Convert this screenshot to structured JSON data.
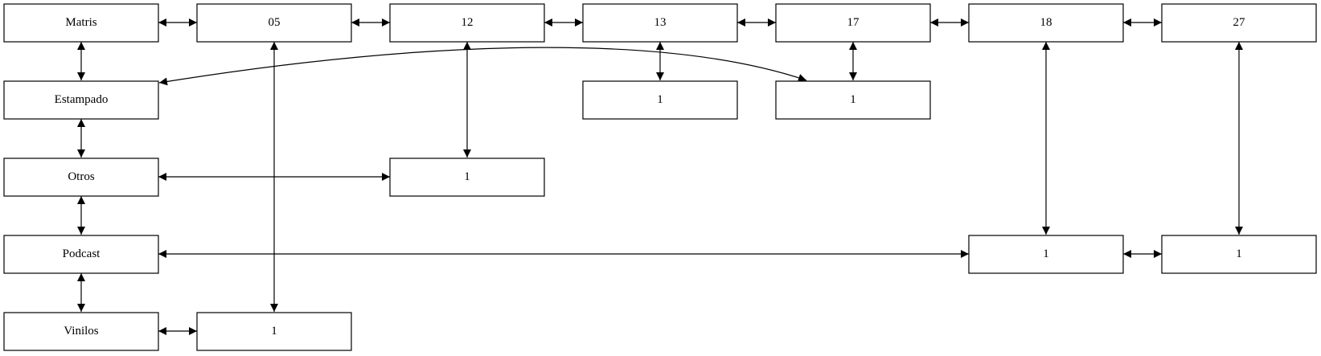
{
  "diagram": {
    "nodes": [
      {
        "id": "matris",
        "label": "Matris"
      },
      {
        "id": "estampado",
        "label": "Estampado"
      },
      {
        "id": "otros",
        "label": "Otros"
      },
      {
        "id": "podcast",
        "label": "Podcast"
      },
      {
        "id": "vinilos",
        "label": "Vinilos"
      },
      {
        "id": "c05",
        "label": "05"
      },
      {
        "id": "c12",
        "label": "12"
      },
      {
        "id": "c13",
        "label": "13"
      },
      {
        "id": "c17",
        "label": "17"
      },
      {
        "id": "c18",
        "label": "18"
      },
      {
        "id": "c27",
        "label": "27"
      },
      {
        "id": "v13",
        "label": "1"
      },
      {
        "id": "v17",
        "label": "1"
      },
      {
        "id": "v12",
        "label": "1"
      },
      {
        "id": "v18",
        "label": "1"
      },
      {
        "id": "v27",
        "label": "1"
      },
      {
        "id": "v05",
        "label": "1"
      }
    ],
    "edges": [
      {
        "from": "matris",
        "to": "c05",
        "direction": "both"
      },
      {
        "from": "c05",
        "to": "c12",
        "direction": "both"
      },
      {
        "from": "c12",
        "to": "c13",
        "direction": "both"
      },
      {
        "from": "c13",
        "to": "c17",
        "direction": "both"
      },
      {
        "from": "c17",
        "to": "c18",
        "direction": "both"
      },
      {
        "from": "c18",
        "to": "c27",
        "direction": "both"
      },
      {
        "from": "matris",
        "to": "estampado",
        "direction": "both"
      },
      {
        "from": "estampado",
        "to": "otros",
        "direction": "both"
      },
      {
        "from": "otros",
        "to": "podcast",
        "direction": "both"
      },
      {
        "from": "podcast",
        "to": "vinilos",
        "direction": "both"
      },
      {
        "from": "c13",
        "to": "v13",
        "direction": "both"
      },
      {
        "from": "c17",
        "to": "v17",
        "direction": "both"
      },
      {
        "from": "estampado",
        "to": "v17",
        "direction": "both"
      },
      {
        "from": "c12",
        "to": "v12",
        "direction": "both"
      },
      {
        "from": "otros",
        "to": "v12",
        "direction": "both"
      },
      {
        "from": "c18",
        "to": "v18",
        "direction": "both"
      },
      {
        "from": "c27",
        "to": "v27",
        "direction": "both"
      },
      {
        "from": "v18",
        "to": "v27",
        "direction": "both"
      },
      {
        "from": "podcast",
        "to": "v18",
        "direction": "both"
      },
      {
        "from": "c05",
        "to": "v05",
        "direction": "both"
      },
      {
        "from": "vinilos",
        "to": "v05",
        "direction": "both"
      }
    ]
  }
}
